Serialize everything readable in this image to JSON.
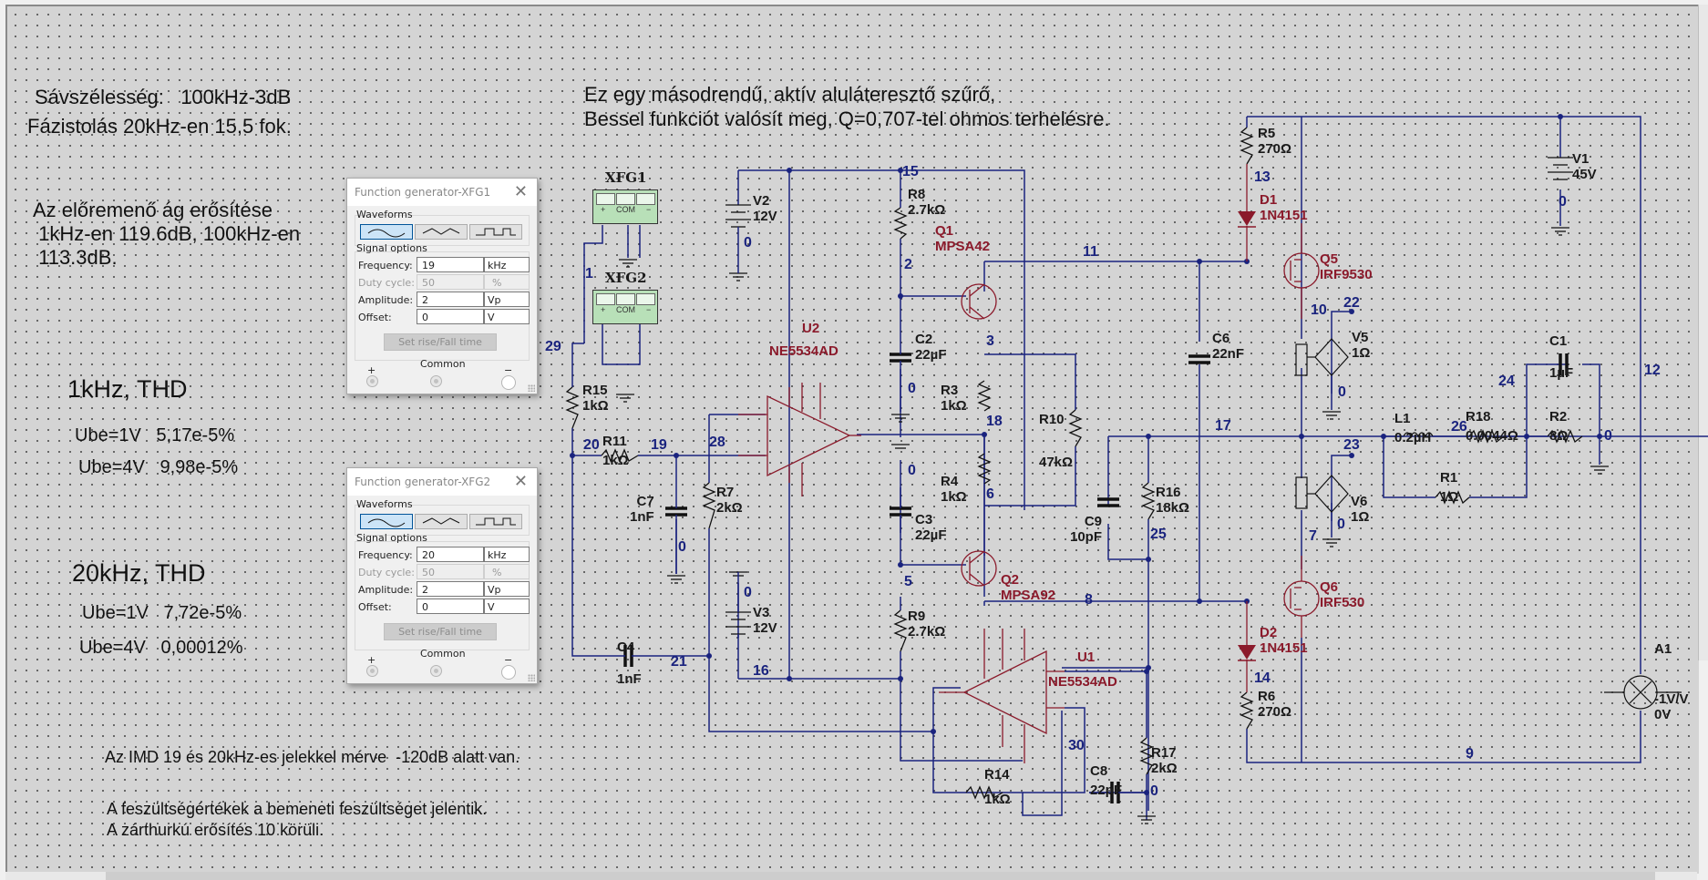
{
  "notes": {
    "bandwidth": "Sávszélesség:   100kHz-3dB",
    "phase": "Fázistolás 20kHz-en 15,5 fok.",
    "forward_gain": "Az előremenő ág erősítése\n 1kHz-en 119.6dB, 100kHz-en\n 113.3dB.",
    "description_line1": "Ez egy másodrendű, aktív aluláteresztő szűrő,",
    "description_line2": "Bessel funkciót valósít meg, Q=0,707-tel ohmos terhelésre.",
    "thd_1k_title": "1kHz, THD",
    "thd_1k_row1": "Ube=1V   5,17e-5%",
    "thd_1k_row2": "Ube=4V   9,98e-5%",
    "thd_20k_title": "20kHz, THD",
    "thd_20k_row1": "Ube=1V   7,72e-5%",
    "thd_20k_row2": "Ube=4V   0,00012%",
    "imd": "Az IMD 19 és 20kHz-es jelekkel mérve  -120dB alatt van.",
    "footer1": "A feszültségértékek a bemeneti feszültséget jelentik.",
    "footer2": "A zárthurkú erősítés 10 körüli."
  },
  "function_generators": [
    {
      "title": "Function generator-XFG1",
      "waveforms_label": "Waveforms",
      "selected_waveform": "sine",
      "signal_options_label": "Signal options",
      "fields": [
        {
          "label": "Frequency:",
          "value": "19",
          "unit": "kHz",
          "enabled": true
        },
        {
          "label": "Duty cycle:",
          "value": "50",
          "unit": "%",
          "enabled": false
        },
        {
          "label": "Amplitude:",
          "value": "2",
          "unit": "Vp",
          "enabled": true
        },
        {
          "label": "Offset:",
          "value": "0",
          "unit": "V",
          "enabled": true
        }
      ],
      "rise_fall_button": "Set rise/Fall time",
      "terminal_plus": "+",
      "terminal_common": "Common",
      "terminal_minus": "−"
    },
    {
      "title": "Function generator-XFG2",
      "waveforms_label": "Waveforms",
      "selected_waveform": "sine",
      "signal_options_label": "Signal options",
      "fields": [
        {
          "label": "Frequency:",
          "value": "20",
          "unit": "kHz",
          "enabled": true
        },
        {
          "label": "Duty cycle:",
          "value": "50",
          "unit": "%",
          "enabled": false
        },
        {
          "label": "Amplitude:",
          "value": "2",
          "unit": "Vp",
          "enabled": true
        },
        {
          "label": "Offset:",
          "value": "0",
          "unit": "V",
          "enabled": true
        }
      ],
      "rise_fall_button": "Set rise/Fall time",
      "terminal_plus": "+",
      "terminal_common": "Common",
      "terminal_minus": "−"
    }
  ],
  "instruments": {
    "xfg1": "XFG1",
    "xfg2": "XFG2",
    "com": "COM"
  },
  "components": {
    "R1": [
      "R1",
      "1Ω"
    ],
    "R2": [
      "R2",
      "8Ω"
    ],
    "R3": [
      "R3",
      "1kΩ"
    ],
    "R4": [
      "R4",
      "1kΩ"
    ],
    "R5": [
      "R5",
      "270Ω"
    ],
    "R6": [
      "R6",
      "270Ω"
    ],
    "R7": [
      "R7",
      "2kΩ"
    ],
    "R8": [
      "R8",
      "2.7kΩ"
    ],
    "R9": [
      "R9",
      "2.7kΩ"
    ],
    "R10": [
      "R10",
      "47kΩ"
    ],
    "R11": [
      "R11",
      "1kΩ"
    ],
    "R14": [
      "R14",
      "1kΩ"
    ],
    "R15": [
      "R15",
      "1kΩ"
    ],
    "R16": [
      "R16",
      "18kΩ"
    ],
    "R17": [
      "R17",
      "2kΩ"
    ],
    "R18": [
      "R18",
      "0.0044Ω"
    ],
    "C1": [
      "C1",
      "1µF"
    ],
    "C2": [
      "C2",
      "22µF"
    ],
    "C3": [
      "C3",
      "22µF"
    ],
    "C4": [
      "C4",
      "1nF"
    ],
    "C6": [
      "C6",
      "22nF"
    ],
    "C7": [
      "C7",
      "1nF"
    ],
    "C8": [
      "C8",
      "22pF"
    ],
    "C9": [
      "C9",
      "10pF"
    ],
    "L1": [
      "L1",
      "0.2µH"
    ],
    "V1": [
      "V1",
      "45V"
    ],
    "V2": [
      "V2",
      "12V"
    ],
    "V3": [
      "V3",
      "12V"
    ],
    "V5": [
      "V5",
      "1Ω"
    ],
    "V6": [
      "V6",
      "1Ω"
    ],
    "Q1": [
      "Q1",
      "MPSA42"
    ],
    "Q2": [
      "Q2",
      "MPSA92"
    ],
    "Q5": [
      "Q5",
      "IRF9530"
    ],
    "Q6": [
      "Q6",
      "IRF530"
    ],
    "D1": [
      "D1",
      "1N4151"
    ],
    "D2": [
      "D2",
      "1N4151"
    ],
    "U1": [
      "U1",
      "NE5534AD"
    ],
    "U2": [
      "U2",
      "NE5534AD"
    ],
    "A1": [
      "A1",
      "-1V/V",
      "0V"
    ]
  },
  "nets": [
    "0",
    "1",
    "2",
    "3",
    "5",
    "6",
    "7",
    "8",
    "9",
    "10",
    "11",
    "12",
    "13",
    "14",
    "15",
    "16",
    "17",
    "18",
    "19",
    "20",
    "21",
    "22",
    "23",
    "24",
    "25",
    "26",
    "28",
    "29",
    "30"
  ]
}
